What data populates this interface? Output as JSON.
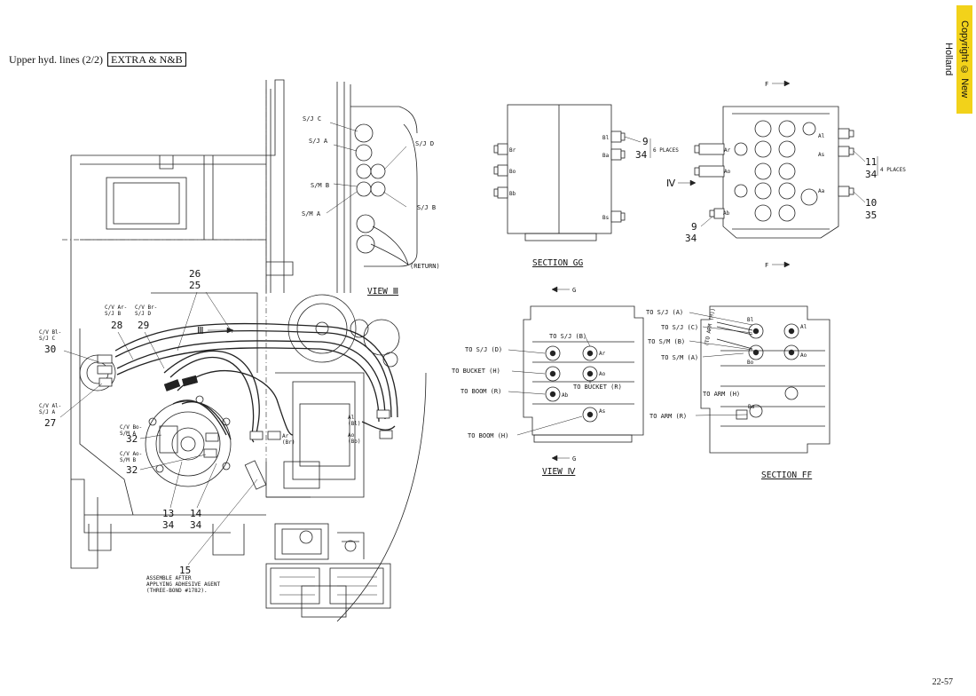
{
  "header": {
    "title": "Upper hyd. lines (2/2)",
    "tag": "EXTRA & N&B"
  },
  "copyright": "Copyright © New Holland",
  "page_number": "22-57",
  "view3": {
    "title": "VIEW Ⅲ",
    "labels": {
      "sj_c": "S/J C",
      "sj_a": "S/J A",
      "sj_d": "S/J D",
      "sm_b": "S/M B",
      "sm_a": "S/M A",
      "sj_b": "S/J B",
      "return": "(RETURN)"
    }
  },
  "main": {
    "arrow3": "Ⅲ",
    "callouts": {
      "c26": "26",
      "c25": "25",
      "c28": "28",
      "c29": "29",
      "c30": "30",
      "c27": "27",
      "c32a": "32",
      "c32b": "32",
      "c13": "13",
      "c34a": "34",
      "c14": "14",
      "c34b": "34",
      "c15": "15"
    },
    "ports": {
      "cv_ar_sj_b": [
        "C/V Ar-",
        "S/J B"
      ],
      "cv_br_sj_d": [
        "C/V Br-",
        "S/J D"
      ],
      "cv_bl_sj_c": [
        "C/V Bl-",
        "S/J C"
      ],
      "cv_al_sj_a": [
        "C/V Al-",
        "S/J A"
      ],
      "cv_bo_sm_a": [
        "C/V Bo-",
        "S/M A"
      ],
      "cv_ao_sm_b": [
        "C/V Ao-",
        "S/M B"
      ],
      "r_al_bl": [
        "Al",
        "(Bl)"
      ],
      "r_ao_bo": [
        "Ao",
        "(Bo)"
      ],
      "r_ar_br": [
        "Ar",
        "(Br)"
      ]
    },
    "note": [
      "ASSEMBLE AFTER",
      "APPLYING ADHESIVE AGENT",
      "(THREE-BOND #1782)."
    ]
  },
  "section_gg": {
    "title": "SECTION GG",
    "ports": [
      "Br",
      "Bo",
      "Bb",
      "Bl",
      "Ba",
      "Bs"
    ],
    "callout": [
      "9",
      "34"
    ],
    "places": "6 PLACES"
  },
  "top_right": {
    "f_top": "F",
    "f_bottom": "F",
    "view4": "Ⅳ",
    "callout_11": [
      "11",
      "34"
    ],
    "places": "4 PLACES",
    "callout_10": [
      "10",
      "35"
    ],
    "callout_9": [
      "9",
      "34"
    ],
    "ports": [
      "Ar",
      "Al",
      "Ao",
      "As",
      "Aa",
      "Ab"
    ]
  },
  "view4": {
    "title": "VIEW Ⅳ",
    "g_top": "G",
    "g_bottom": "G",
    "labels_left": [
      "TO S/J (D)",
      "TO BUCKET (H)",
      "TO BOOM (R)",
      "TO BOOM (H)"
    ],
    "labels_inner": [
      "TO S/J (B)",
      "TO BUCKET (R)"
    ],
    "ports": [
      "Ar",
      "Ao",
      "Ab",
      "As"
    ]
  },
  "section_ff": {
    "title": "SECTION FF",
    "labels": [
      "TO S/J (A)",
      "TO S/J (C)",
      "TO S/M (B)",
      "TO S/M (A)",
      "TO ARM (H)",
      "TO ARM (R)",
      "(TO ARM (H))"
    ],
    "ports": [
      "Bl",
      "Al",
      "Bo",
      "Ao",
      "Ba"
    ]
  }
}
